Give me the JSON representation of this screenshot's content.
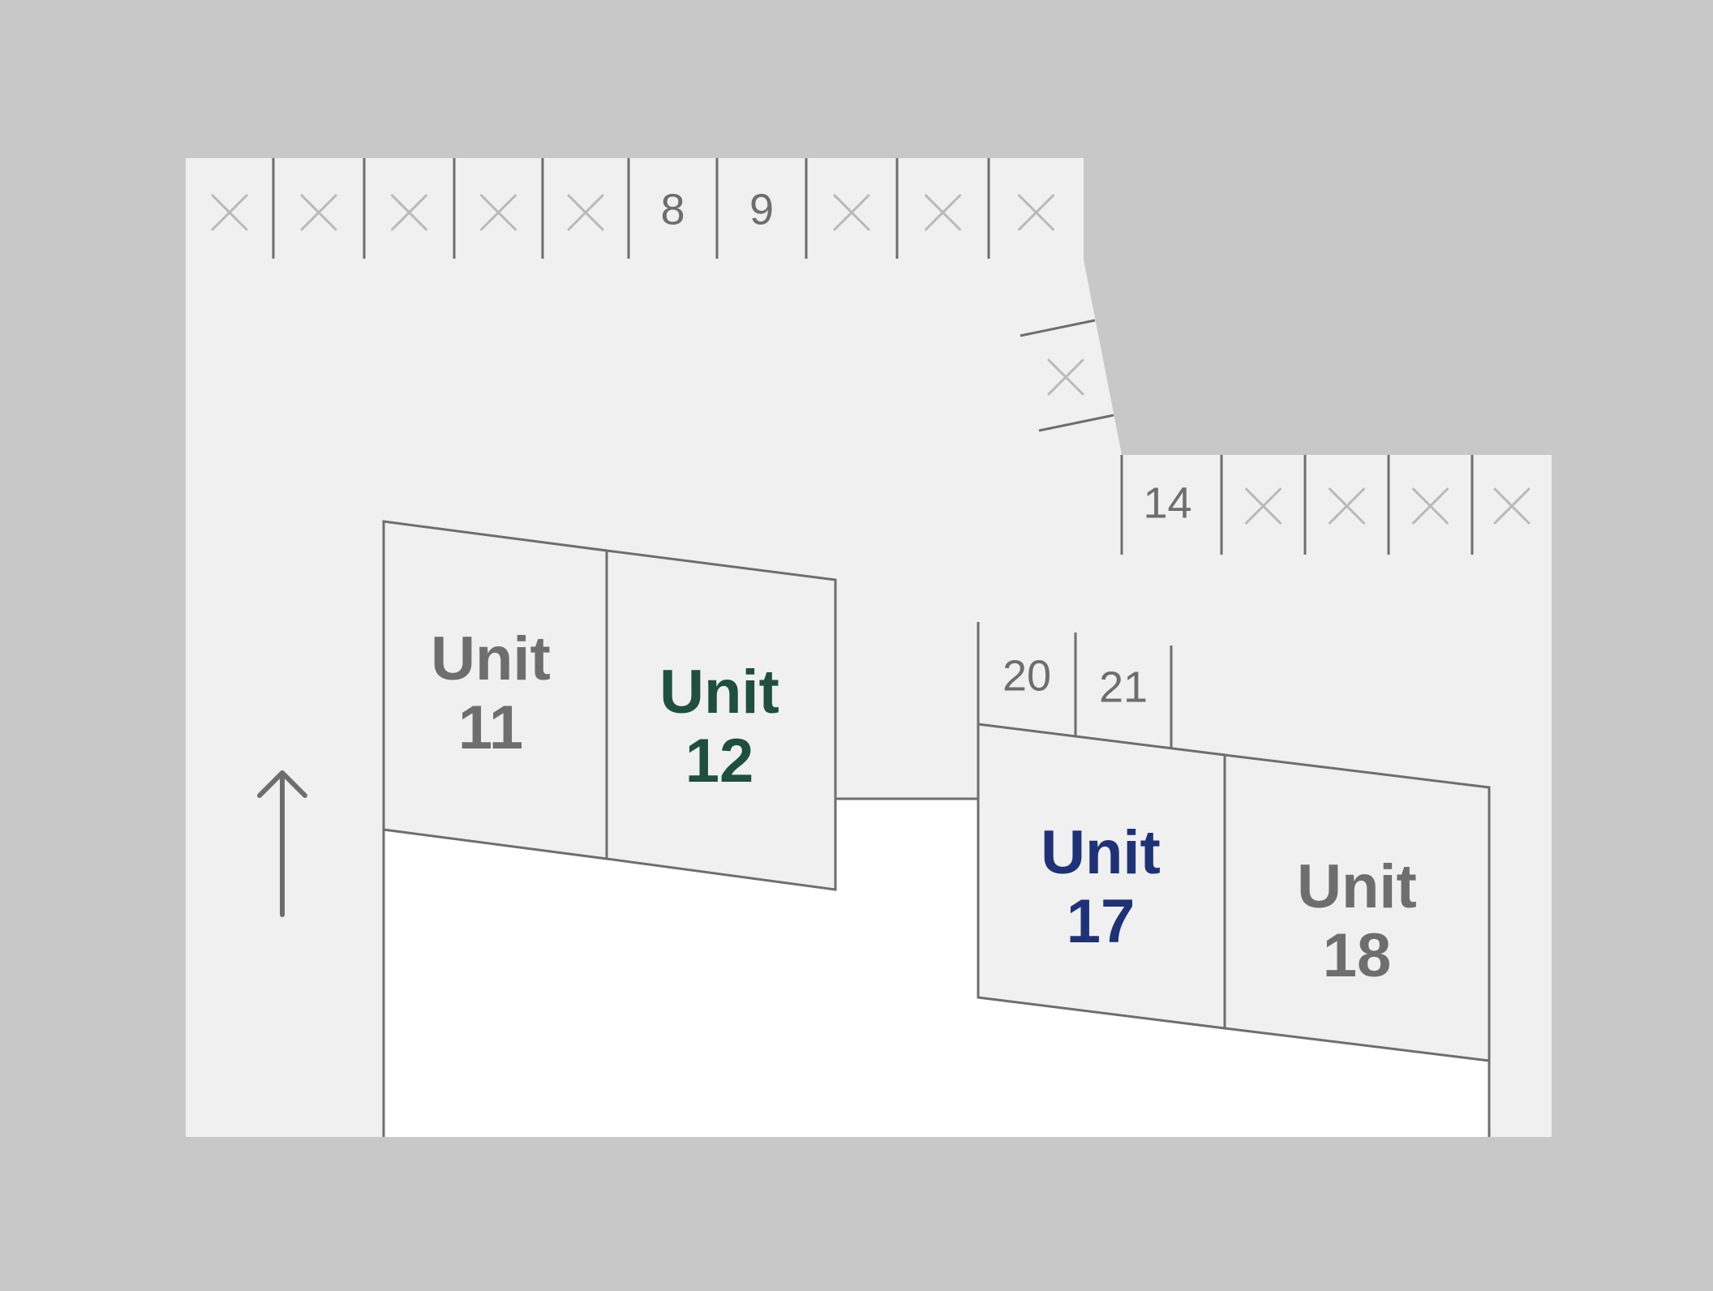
{
  "parking": {
    "top_row": [
      {
        "label": "",
        "available": false
      },
      {
        "label": "",
        "available": false
      },
      {
        "label": "",
        "available": false
      },
      {
        "label": "",
        "available": false
      },
      {
        "label": "",
        "available": false
      },
      {
        "label": "8",
        "available": true
      },
      {
        "label": "9",
        "available": true
      },
      {
        "label": "",
        "available": false
      },
      {
        "label": "",
        "available": false
      },
      {
        "label": "",
        "available": false
      }
    ],
    "diagonal": [
      {
        "label": "",
        "available": false
      }
    ],
    "right_row": [
      {
        "label": "14",
        "available": true
      },
      {
        "label": "",
        "available": false
      },
      {
        "label": "",
        "available": false
      },
      {
        "label": "",
        "available": false
      },
      {
        "label": "",
        "available": false
      }
    ],
    "middle_row": [
      {
        "label": "20",
        "available": true
      },
      {
        "label": "21",
        "available": true
      }
    ]
  },
  "units": {
    "u11": {
      "line1": "Unit",
      "line2": "11",
      "fill": "#ffffff",
      "text_color": "#6e6e6e"
    },
    "u12": {
      "line1": "Unit",
      "line2": "12",
      "fill": "#acebd6",
      "text_color": "#1e4f3f"
    },
    "u17": {
      "line1": "Unit",
      "line2": "17",
      "fill": "#d6e6fb",
      "text_color": "#1e3278"
    },
    "u18": {
      "line1": "Unit",
      "line2": "18",
      "fill": "#ffffff",
      "text_color": "#6e6e6e"
    }
  },
  "colors": {
    "outside": "#c8c8c8",
    "lot": "#f0f0f0",
    "building": "#ffffff",
    "line": "#6e6e6e",
    "unavailable_mark": "#b9b9b9"
  },
  "direction_arrow": {
    "icon": "arrow-up-icon"
  }
}
